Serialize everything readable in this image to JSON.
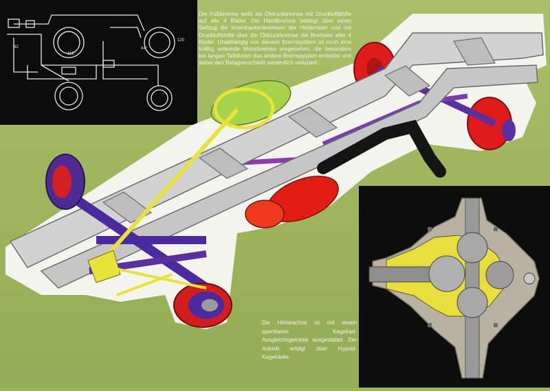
{
  "captions": {
    "front": "Die Fußbremse wirkt als Öldruckbremse mit Druckluftbhilfe auf alle 4 Räder. Die Handbremse betätigt über einen Seilzug die Innenbackenbremsen der Hinterräder und mit Druckluftbhilfe über die Öldruckbremse die Bremsen aller 4 Räder. Unabhängig von diesem Bremssystem ist noch eine kräftig wirkende Motorbremse vorgesehen, die besonders bei langen Talfahrten das andere Bremssystem entlastet und daher den Belagverschleiß wesentlich reduziert.",
    "rear": "Die Hinterachse ist mit einem sperrbaren Kegelrad-Ausgleichsgetriebe ausgestattet. Der Antrieb erfolgt über Hypoid-Kegelräder."
  },
  "schematic_labels": {
    "a": "112°",
    "b": "84°",
    "c": "32",
    "d": "120"
  },
  "colors": {
    "background": "#9db45b",
    "frame": "#d2d2d2",
    "brake": "#e01b1b",
    "axle": "#5a2fa0",
    "tank": "#a7d34a",
    "steering": "#e7e33a",
    "panel": "#0c0c0c"
  }
}
